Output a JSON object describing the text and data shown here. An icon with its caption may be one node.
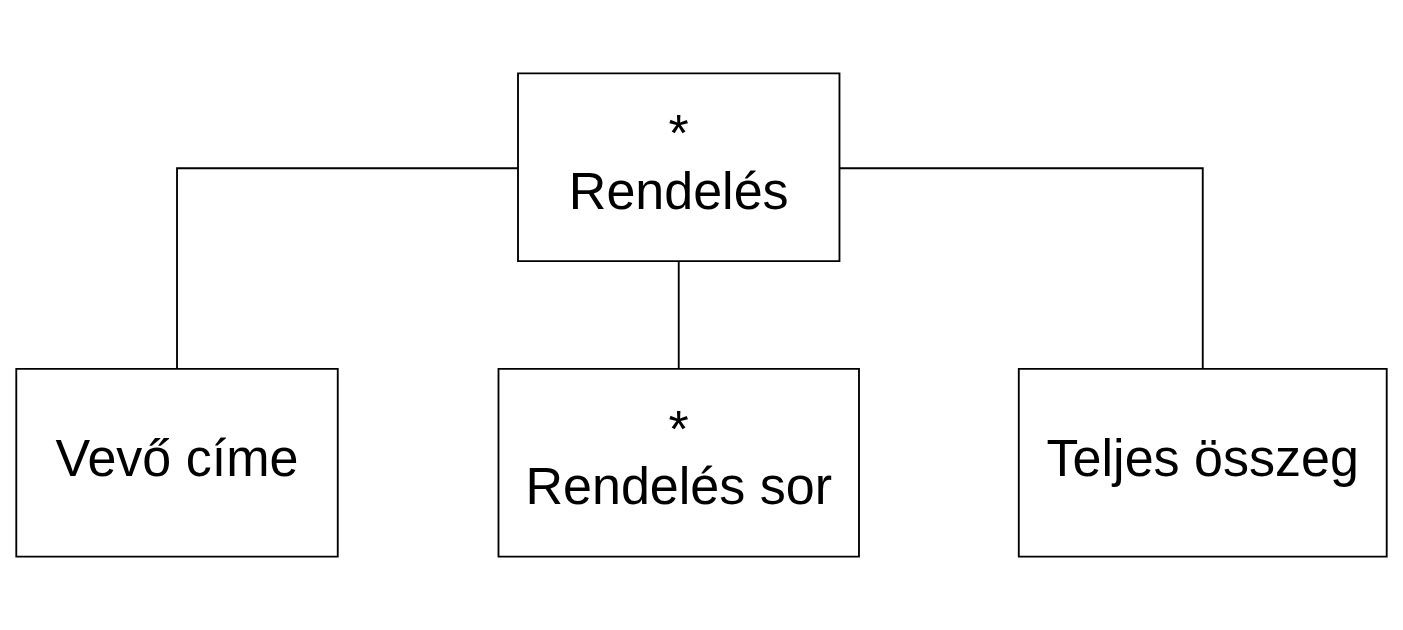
{
  "diagram": {
    "nodes": [
      {
        "text": [
          "*",
          "Rendelés"
        ]
      },
      {
        "text": [
          "Vevő címe"
        ]
      },
      {
        "text": [
          "*",
          "Rendelés sor"
        ]
      },
      {
        "text": [
          "Teljes összeg"
        ]
      }
    ],
    "edges": [
      {
        "from": 0,
        "to": 1,
        "arrow": "none"
      },
      {
        "from": 0,
        "to": 2,
        "arrow": "none"
      },
      {
        "from": 0,
        "to": 3,
        "arrow": "none"
      }
    ]
  }
}
